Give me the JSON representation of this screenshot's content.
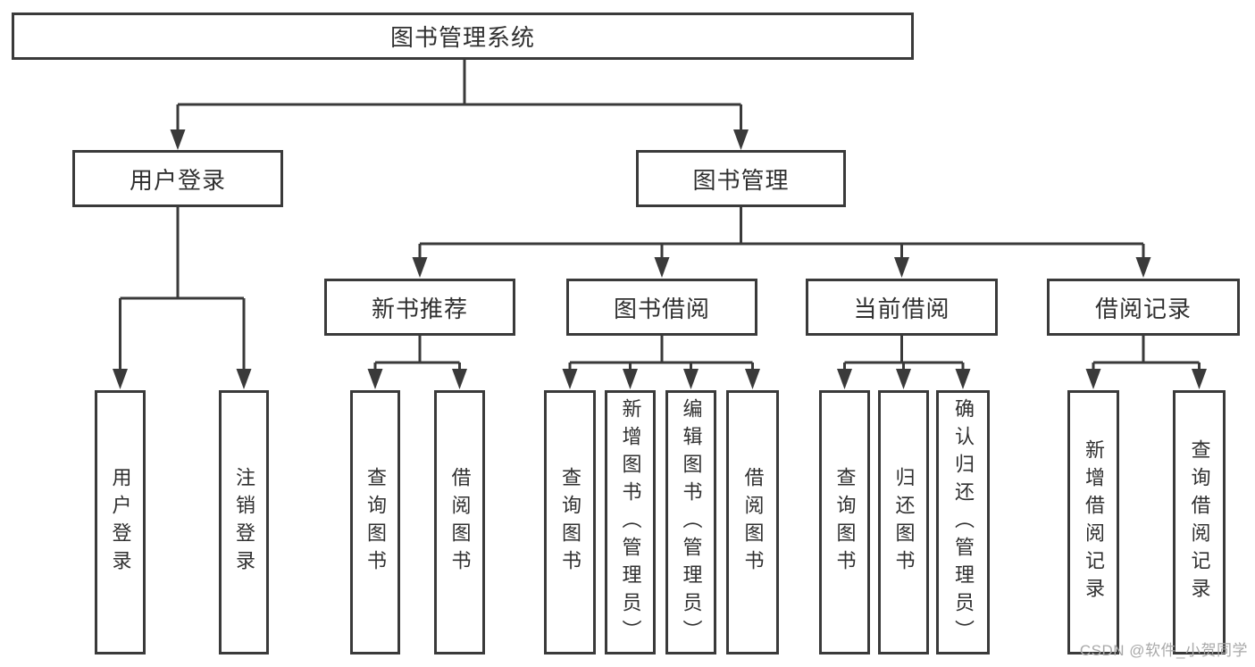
{
  "diagram": {
    "root": {
      "label": "图书管理系统"
    },
    "level2": [
      {
        "label": "用户登录",
        "parent": "图书管理系统"
      },
      {
        "label": "图书管理",
        "parent": "图书管理系统"
      }
    ],
    "level3": [
      {
        "label": "新书推荐",
        "parent": "图书管理"
      },
      {
        "label": "图书借阅",
        "parent": "图书管理"
      },
      {
        "label": "当前借阅",
        "parent": "图书管理"
      },
      {
        "label": "借阅记录",
        "parent": "图书管理"
      }
    ],
    "leaves": [
      {
        "label": "用户登录",
        "parent": "用户登录"
      },
      {
        "label": "注销登录",
        "parent": "用户登录"
      },
      {
        "label": "查询图书",
        "parent": "新书推荐"
      },
      {
        "label": "借阅图书",
        "parent": "新书推荐"
      },
      {
        "label": "查询图书",
        "parent": "图书借阅"
      },
      {
        "label": "新增图书（管理员）",
        "parent": "图书借阅"
      },
      {
        "label": "编辑图书（管理员）",
        "parent": "图书借阅"
      },
      {
        "label": "借阅图书",
        "parent": "图书借阅"
      },
      {
        "label": "查询图书",
        "parent": "当前借阅"
      },
      {
        "label": "归还图书",
        "parent": "当前借阅"
      },
      {
        "label": "确认归还（管理员）",
        "parent": "当前借阅"
      },
      {
        "label": "新增借阅记录",
        "parent": "借阅记录"
      },
      {
        "label": "查询借阅记录",
        "parent": "借阅记录"
      }
    ]
  },
  "watermark": {
    "text": "CSDN @软件_小贺同学"
  },
  "colors": {
    "line": "#3a3a3a",
    "text": "#303030",
    "background": "#ffffff",
    "watermark": "#a9a9a9"
  }
}
